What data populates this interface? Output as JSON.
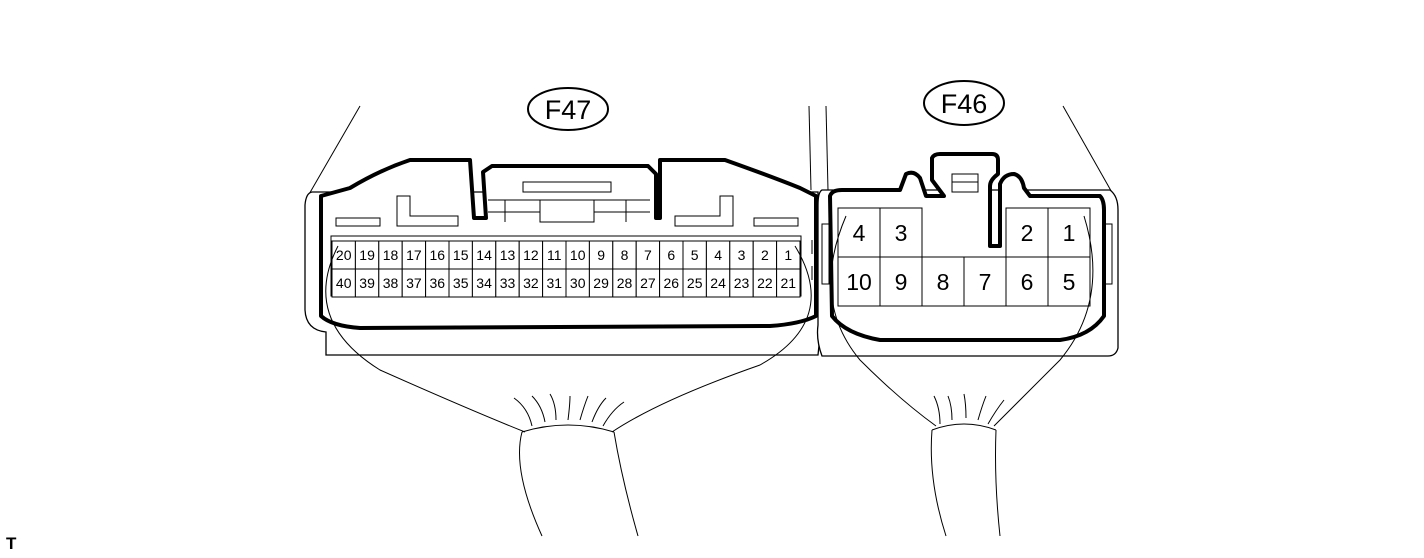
{
  "connectors": [
    {
      "id": "F47",
      "label": "F47",
      "pin_rows": [
        [
          "20",
          "19",
          "18",
          "17",
          "16",
          "15",
          "14",
          "13",
          "12",
          "11",
          "10",
          "9",
          "8",
          "7",
          "6",
          "5",
          "4",
          "3",
          "2",
          "1"
        ],
        [
          "40",
          "39",
          "38",
          "37",
          "36",
          "35",
          "34",
          "33",
          "32",
          "31",
          "30",
          "29",
          "28",
          "27",
          "26",
          "25",
          "24",
          "23",
          "22",
          "21"
        ]
      ]
    },
    {
      "id": "F46",
      "label": "F46",
      "pin_rows": [
        [
          "4",
          "3",
          "",
          "",
          "2",
          "1"
        ],
        [
          "10",
          "9",
          "8",
          "7",
          "6",
          "5"
        ]
      ]
    }
  ],
  "footer_mark": "T"
}
